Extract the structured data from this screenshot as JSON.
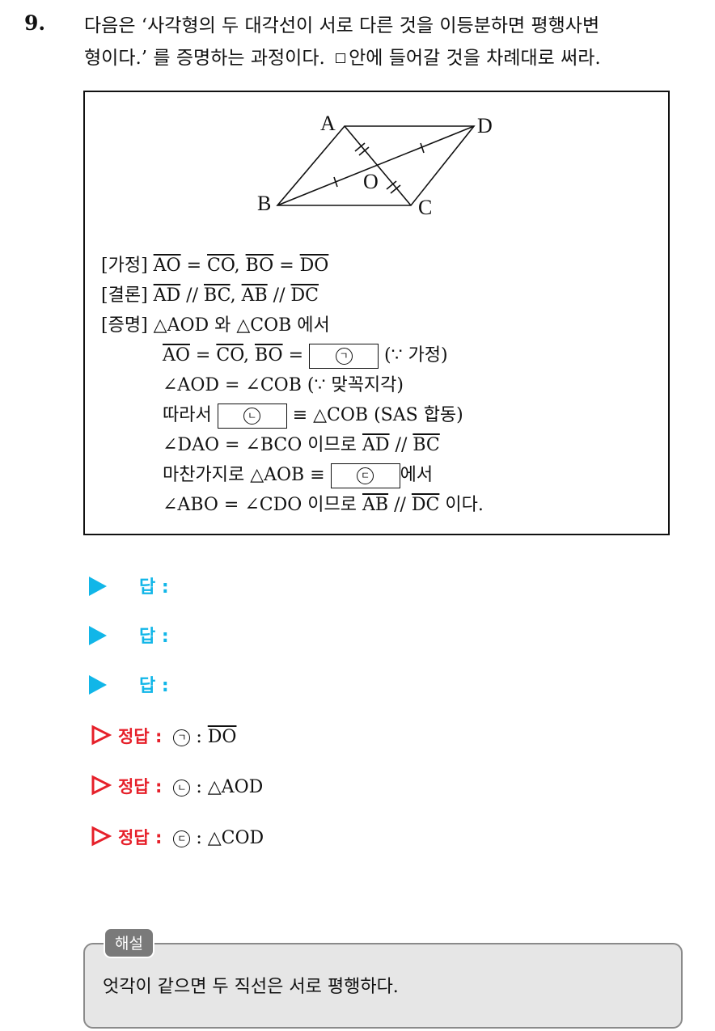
{
  "question": {
    "number": "9.",
    "line1": "다음은 ‘사각형의 두 대각선이 서로 다른 것을 이등분하면 평행사변",
    "line2a": "형이다.’ 를 증명하는 과정이다.",
    "line2b": "안에 들어갈 것을 차례대로 써라."
  },
  "figure": {
    "labels": {
      "A": "A",
      "B": "B",
      "C": "C",
      "D": "D",
      "O": "O"
    }
  },
  "proof": {
    "assumption": {
      "tag": "[가정]",
      "s1": "AO",
      "eq1": " = ",
      "s2": "CO",
      "sep": ",  ",
      "s3": "BO",
      "eq2": " = ",
      "s4": "DO"
    },
    "conclusion": {
      "tag": "[결론]",
      "s1": "AD",
      "par1": " // ",
      "s2": "BC",
      "sep": ",  ",
      "s3": "AB",
      "par2": " // ",
      "s4": "DC"
    },
    "proof_head": {
      "tag": "[증명]",
      "text": "  △AOD 와 △COB 에서"
    },
    "step1": {
      "s1": "AO",
      "eq1": " = ",
      "s2": "CO",
      "sep": ", ",
      "s3": "BO",
      "eq2": " = ",
      "circ": "ㄱ",
      "reason": " (∵ 가정)"
    },
    "step2": {
      "text": "∠AOD = ∠COB (∵ 맞꼭지각)"
    },
    "step3": {
      "pre": "따라서 ",
      "circ": "ㄴ",
      "post": " ≡ △COB (SAS 합동)"
    },
    "step4": {
      "pre": "∠DAO = ∠BCO 이므로 ",
      "s1": "AD",
      "par": " // ",
      "s2": "BC"
    },
    "step5": {
      "pre": "마찬가지로 △AOB ≡ ",
      "circ": "ㄷ",
      "post": "에서"
    },
    "step6": {
      "pre": "∠ABO = ∠CDO 이므로 ",
      "s1": "AB",
      "par": " // ",
      "s2": "DC",
      "post": " 이다."
    }
  },
  "answers": [
    {
      "label": "답 :"
    },
    {
      "label": "답 :"
    },
    {
      "label": "답 :"
    }
  ],
  "correct": [
    {
      "label": "정답 :",
      "circ": "ㄱ",
      "colon": " : ",
      "value": "DO",
      "overline": true
    },
    {
      "label": "정답 :",
      "circ": "ㄴ",
      "colon": " : ",
      "value": "△AOD",
      "overline": false
    },
    {
      "label": "정답 :",
      "circ": "ㄷ",
      "colon": " : ",
      "value": "△COD",
      "overline": false
    }
  ],
  "explanation": {
    "tag": "해설",
    "text": "엇각이 같으면 두 직선은 서로 평행하다."
  },
  "colors": {
    "answer_accent": "#11b6e8",
    "correct_accent": "#e6202a",
    "explanation_bg": "#e6e6e6"
  }
}
